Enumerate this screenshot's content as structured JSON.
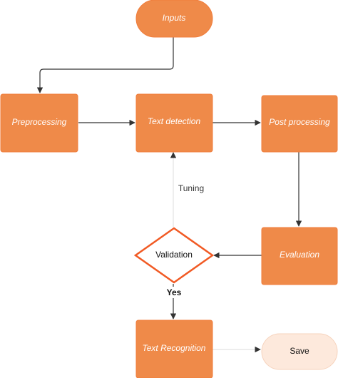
{
  "colors": {
    "node_fill": "#ef8a49",
    "node_stroke": "#f07d3c",
    "diamond_fill": "#ffffff",
    "diamond_stroke": "#f15a24",
    "save_fill": "#fde9dc",
    "edge": "#333333",
    "edge_faint": "#e8e8e8"
  },
  "nodes": {
    "inputs": "Inputs",
    "preprocessing": "Preprocessing",
    "text_detection": "Text detection",
    "post_processing": "Post processing",
    "evaluation": "Evaluation",
    "validation": "Validation",
    "text_recognition": "Text Recognition",
    "save": "Save"
  },
  "edges": {
    "tuning": "Tuning",
    "yes": "Yes"
  }
}
